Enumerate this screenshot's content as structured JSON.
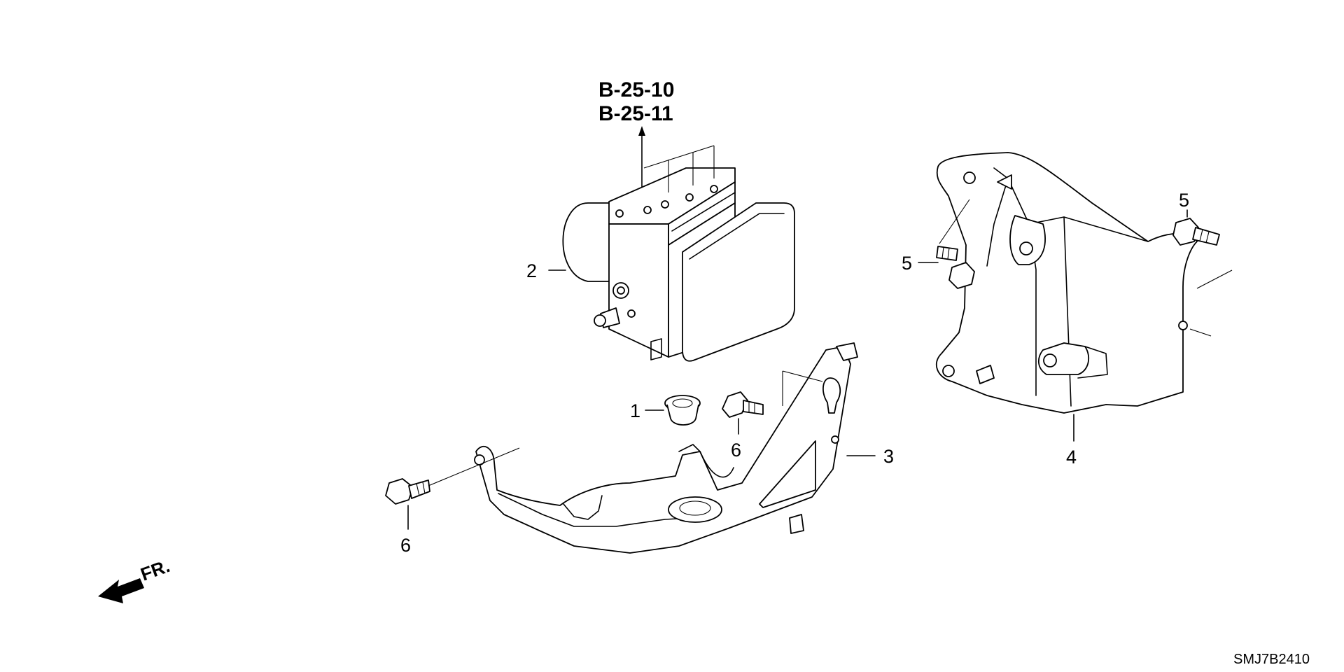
{
  "references": [
    "B-25-10",
    "B-25-11"
  ],
  "callouts": {
    "c1": "1",
    "c2": "2",
    "c3": "3",
    "c4": "4",
    "c5a": "5",
    "c5b": "5",
    "c6a": "6",
    "c6b": "6"
  },
  "direction_label": "FR.",
  "diagram_code": "SMJ7B2410",
  "icons": {
    "front_direction": "arrow-left-down-icon"
  }
}
